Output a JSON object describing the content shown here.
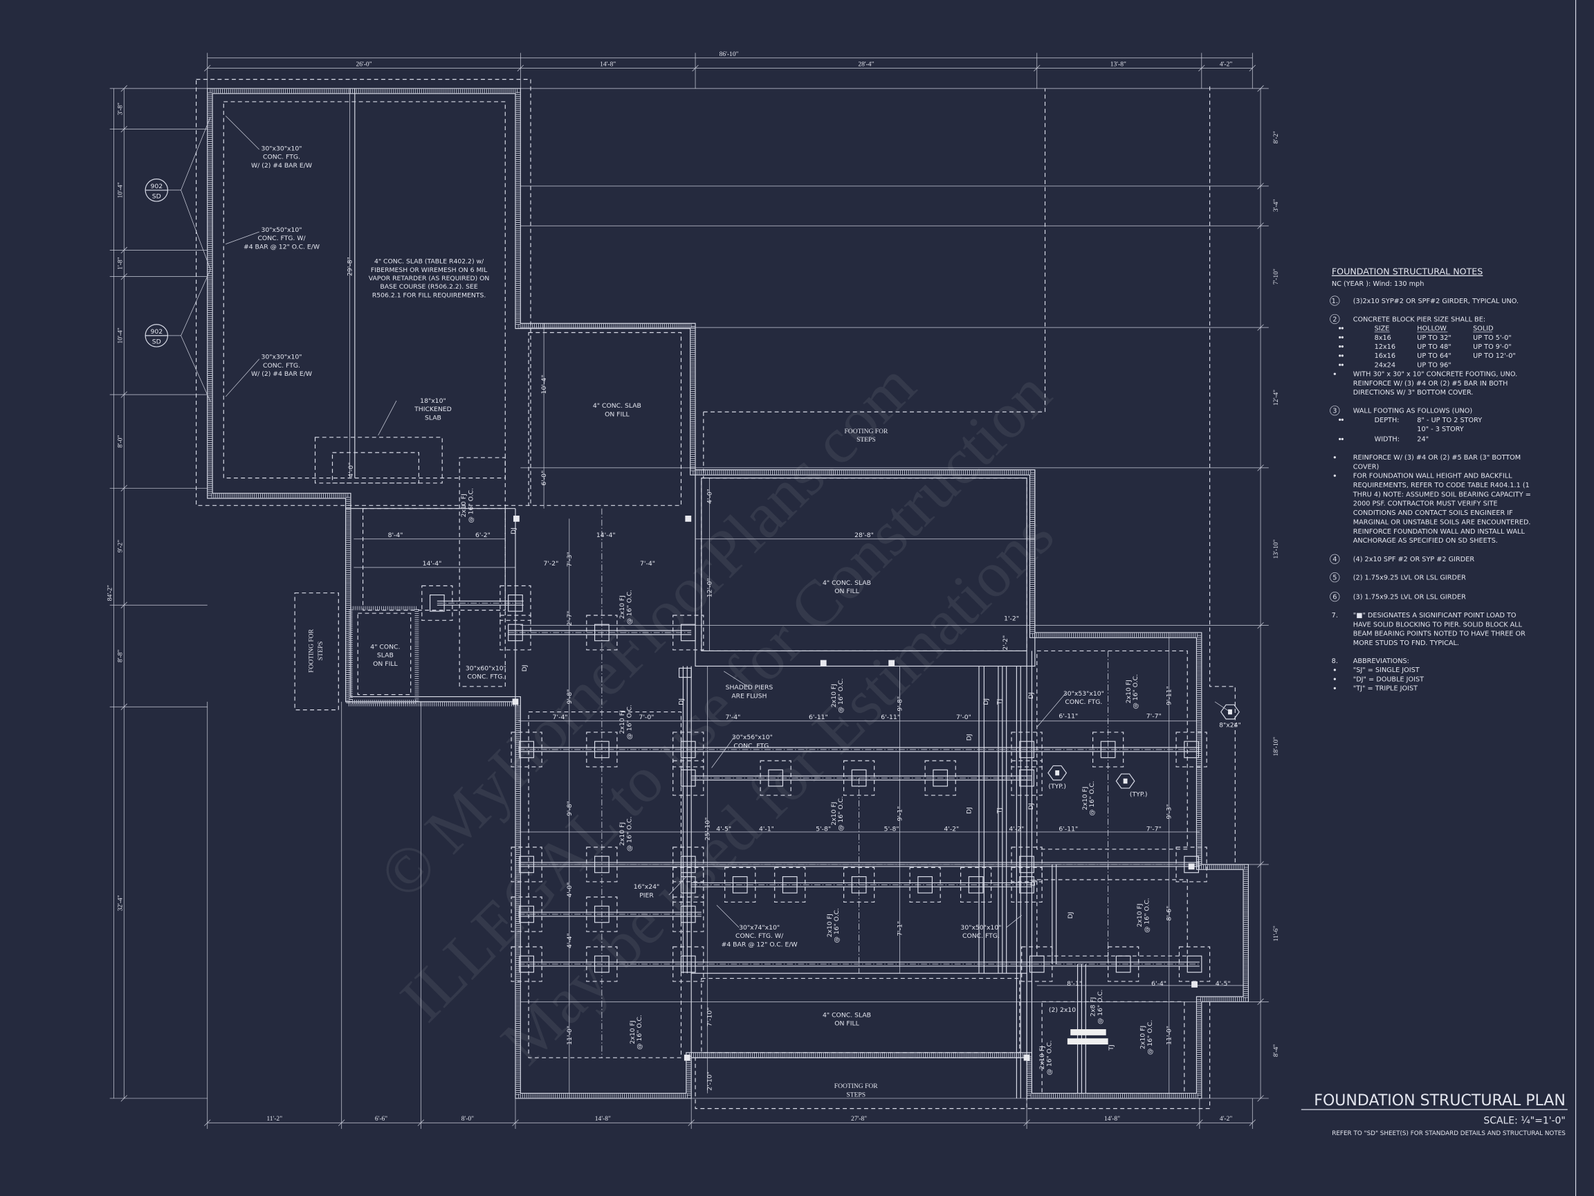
{
  "title": {
    "name": "FOUNDATION STRUCTURAL PLAN",
    "scale": "SCALE: ¼\"=1'-0\"",
    "reference": "REFER TO \"SD\" SHEET(S) FOR STANDARD DETAILS AND STRUCTURAL NOTES"
  },
  "watermark": [
    "© MyHomeFloorPlans.com",
    "ILLEGAL to use for Construction",
    "May be used for Estimations"
  ],
  "colors": {
    "background": "#252a3e",
    "linework": "#d9dce8"
  },
  "notes": {
    "heading": "FOUNDATION STRUCTURAL NOTES",
    "subheading": "NC (YEAR ): Wind: 130 mph",
    "n1_marker": "1.",
    "n1": "(3)2x10 SYP#2 OR SPF#2 GIRDER, TYPICAL UNO.",
    "n2_marker": "2",
    "n2": "CONCRETE BLOCK PIER SIZE SHALL BE:",
    "pier_table": {
      "headers": [
        "SIZE",
        "HOLLOW",
        "SOLID"
      ],
      "rows": [
        [
          "8x16",
          "UP TO 32\"",
          "UP TO 5'-0\""
        ],
        [
          "12x16",
          "UP TO 48\"",
          "UP TO 9'-0\""
        ],
        [
          "16x16",
          "UP TO 64\"",
          "UP TO 12'-0\""
        ],
        [
          "24x24",
          "UP TO 96\"",
          ""
        ]
      ]
    },
    "n2_footing": [
      "WITH 30\" x 30\" x 10\" CONCRETE FOOTING, UNO.",
      "REINFORCE W/ (3) #4 OR (2) #5 BAR IN BOTH",
      "DIRECTIONS W/ 3\" BOTTOM COVER."
    ],
    "n3_marker": "3",
    "n3": "WALL FOOTING AS FOLLOWS (UNO)",
    "depth_label": "DEPTH:",
    "depth_values": [
      "8\" - UP TO 2 STORY",
      "10\" - 3 STORY"
    ],
    "width_label": "WIDTH:",
    "width_value": "24\"",
    "reinforce": [
      "REINFORCE W/ (3) #4 OR (2) #5 BAR (3\" BOTTOM",
      "COVER)"
    ],
    "foundation_wall": [
      "FOR FOUNDATION WALL HEIGHT AND BACKFILL",
      "REQUIREMENTS, REFER TO CODE TABLE R404.1.1 (1",
      "THRU 4) NOTE: ASSUMED SOIL BEARING CAPACITY =",
      "2000 PSF. CONTRACTOR MUST VERIFY SITE",
      "CONDITIONS AND CONTACT SOILS ENGINEER IF",
      "MARGINAL OR UNSTABLE SOILS ARE ENCOUNTERED.",
      "REINFORCE FOUNDATION WALL AND INSTALL WALL",
      "ANCHORAGE AS SPECIFIED ON SD SHEETS."
    ],
    "n4_marker": "4",
    "n4": "(4) 2x10 SPF #2 OR SYP #2 GIRDER",
    "n5_marker": "5",
    "n5": "(2) 1.75x9.25 LVL OR LSL GIRDER",
    "n6_marker": "6",
    "n6": "(3) 1.75x9.25 LVL OR LSL GIRDER",
    "n7_marker": "7.",
    "n7": [
      "\"■\" DESIGNATES A SIGNIFICANT POINT LOAD TO",
      "HAVE SOLID BLOCKING TO  PIER. SOLID BLOCK ALL",
      "BEAM BEARING POINTS NOTED TO HAVE THREE OR",
      "MORE STUDS TO FND. TYPICAL."
    ],
    "n8_marker": "8.",
    "n8": "ABBREVIATIONS:",
    "abbreviations": [
      "\"SJ\" = SINGLE JOIST",
      "\"DJ\" = DOUBLE JOIST",
      "\"TJ\" = TRIPLE JOIST"
    ]
  },
  "plan": {
    "overall_width": "86'-10\"",
    "overall_depth": "84'-2\"",
    "top_dims": [
      "26'-0\"",
      "14'-8\"",
      "28'-4\"",
      "13'-8\"",
      "4'-2\""
    ],
    "bottom_dims": [
      "11'-2\"",
      "6'-6\"",
      "8'-0\"",
      "14'-8\"",
      "27'-8\"",
      "14'-8\"",
      "4'-2\""
    ],
    "left_dims": [
      "3'-8\"",
      "10'-4\"",
      "1'-8\"",
      "10'-4\"",
      "8'-0\"",
      "9'-2\"",
      "8'-8\"",
      "32'-4\""
    ],
    "right_dims": [
      "8'-2\"",
      "3'-4\"",
      "7'-10\"",
      "12'-4\"",
      "13'-10\"",
      "18'-10\"",
      "11'-6\"",
      "8'-4\""
    ],
    "interior_dims": [
      "14'-4\"",
      "8'-4\"",
      "6'-2\"",
      "7'-2\"",
      "7'-4\"",
      "14'-4\"",
      "28'-8\"",
      "7'-4\"",
      "7'-0\"",
      "7'-4\"",
      "6'-11\"",
      "6'-11\"",
      "7'-0\"",
      "6'-11\"",
      "7'-7\"",
      "4'-5\"",
      "4'-1\"",
      "5'-8\"",
      "5'-8\"",
      "4'-2\"",
      "4'-2\"",
      "6'-11\"",
      "7'-7\"",
      "8'-1\"",
      "6'-4\"",
      "4'-5\"",
      "1'-2\""
    ],
    "vertical_dims": [
      "29'-8\"",
      "4'-0\"",
      "10'-4\"",
      "6'-0\"",
      "4'-0\"",
      "12'-0\"",
      "2'-2\"",
      "7'-3\"",
      "2'-7\"",
      "9'-8\"",
      "9'-8\"",
      "4'-0\"",
      "4'-4\"",
      "11'-0\"",
      "25'-10\"",
      "7'-10\"",
      "2'-10\"",
      "9'-8\"",
      "9'-1\"",
      "7'-1\"",
      "9'-11\"",
      "9'-3\"",
      "8'-6\"",
      "11'-0\""
    ],
    "callouts": [
      [
        "30\"x30\"x10\"",
        "CONC. FTG.",
        "W/ (2) #4 BAR E/W"
      ],
      [
        "30\"x50\"x10\"",
        "CONC. FTG. W/",
        "#4 BAR @ 12\" O.C. E/W"
      ],
      [
        "30\"x30\"x10\"",
        "CONC. FTG.",
        "W/ (2) #4 BAR E/W"
      ],
      [
        "4\" CONC. SLAB (TABLE R402.2) w/",
        "FIBERMESH OR WIREMESH ON 6 MIL",
        "VAPOR RETARDER (AS REQUIRED) ON",
        "BASE COURSE (R506.2.2). SEE",
        "R506.2.1 FOR FILL REQUIREMENTS."
      ],
      [
        "18\"x10\"",
        "THICKENED",
        "SLAB"
      ],
      [
        "4\" CONC. SLAB",
        "ON FILL"
      ],
      [
        "FOOTING FOR",
        "STEPS"
      ],
      [
        "4\" CONC. SLAB",
        "ON FILL"
      ],
      [
        "4\" CONC.",
        "SLAB",
        "ON FILL"
      ],
      [
        "30\"x60\"x10\"",
        "CONC. FTG."
      ],
      [
        "SHADED PIERS",
        "ARE FLUSH"
      ],
      [
        "30\"x56\"x10\"",
        "CONC. FTG."
      ],
      [
        "30\"x53\"x10\"",
        "CONC. FTG."
      ],
      [
        "16\"x24\"",
        "PIER"
      ],
      [
        "30\"x74\"x10\"",
        "CONC. FTG. W/",
        "#4 BAR @ 12\" O.C. E/W"
      ],
      [
        "30\"x50\"x10\"",
        "CONC. FTG."
      ],
      [
        "4\" CONC. SLAB",
        "ON FILL"
      ],
      [
        "FOOTING FOR",
        "STEPS"
      ],
      [
        "FOOTING FOR",
        "STEPS"
      ]
    ],
    "pier_size": "8\"x24\"",
    "typ": "(TYP.)",
    "double_2x10": "(2) 2x10",
    "detail_tag": {
      "number": "902",
      "sheet": "SD"
    },
    "joist_label": [
      "2x10 FJ",
      "@ 16\" O.C."
    ],
    "joist_label_2x8": [
      "2x8 FJ",
      "@ 16\" O.C."
    ],
    "dj": "DJ",
    "tj": "TJ"
  }
}
